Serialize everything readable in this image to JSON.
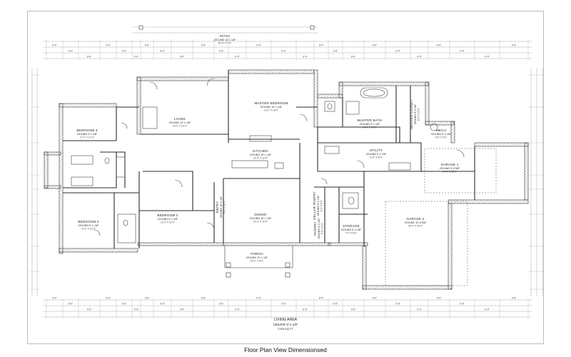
{
  "caption": "Floor Plan View Dimensionsed",
  "living_area": {
    "title": "LIVING AREA",
    "ceiling": "CEILING 9'-1 1/8\"",
    "area": "2765 SQ FT"
  },
  "rooms": [
    {
      "id": "patio",
      "name": "PATIO",
      "ceiling": "CEILING 10' 1 1/8\"",
      "dims": "52'-0\" X 7'-0\""
    },
    {
      "id": "living",
      "name": "LIVING",
      "ceiling": "CEILING 12'-1 1/8\"",
      "dims": "20'-0\" X 22'-0\""
    },
    {
      "id": "master-bedroom",
      "name": "MASTER BEDROOM",
      "ceiling": "CEILING 10'-1 1/8\"",
      "dims": "16'-0\" X 18'-0\""
    },
    {
      "id": "bedroom-3",
      "name": "BEDROOM 3",
      "ceiling": "CEILING 9'-1 1/8\"",
      "dims": "11'-0\" X 12'-0\""
    },
    {
      "id": "master-bath",
      "name": "MASTER BATH",
      "ceiling": "CEILING 9'-1 1/8\"",
      "dims": "10'-0\" X 13'-0\""
    },
    {
      "id": "master-closet",
      "name": "MASTER CLOSET",
      "ceiling": "CEILING 9'-1 1/8\"",
      "dims": "8'-0\" X 12'-0\""
    },
    {
      "id": "mech",
      "name": "MECH",
      "ceiling": "CEILING 9'-1 1/8\"",
      "dims": "6'-0\" X 6'-0\""
    },
    {
      "id": "kitchen",
      "name": "KITCHEN",
      "ceiling": "CEILING 10'-1 1/8\"",
      "dims": "15'-0\" X 12'-0\""
    },
    {
      "id": "utility",
      "name": "UTILITY",
      "ceiling": "CEILING 9'-1 1/8\"",
      "dims": "11'-0\" X 8'-0\""
    },
    {
      "id": "garage-1",
      "name": "GARAGE 1",
      "ceiling": "CEILING 9'-8 5/8\"",
      "dims": "14'-0\" X 22'-0\""
    },
    {
      "id": "bedroom-2",
      "name": "BEDROOM 2",
      "ceiling": "CEILING 9'-1 1/8\"",
      "dims": "12'-0\" X 12'-0\""
    },
    {
      "id": "bedroom-4",
      "name": "BEDROOM 4",
      "ceiling": "CEILING 9'-1 1/8\"",
      "dims": "11'-0\" X 12'-0\""
    },
    {
      "id": "entry",
      "name": "ENTRY",
      "ceiling": "CEILING 10'-1 1/8\"",
      "dims": "6'-0\" X 12'-0\""
    },
    {
      "id": "dining",
      "name": "DINING",
      "ceiling": "CEILING 10'-1 1/8\"",
      "dims": "15'-0\" X 14'-0\""
    },
    {
      "id": "cellar-pantry",
      "name": "CELLAR PANTRY",
      "ceiling": "CEILING 9'-1 1/8\"",
      "dims": "5'-0\" X 8'-0\""
    },
    {
      "id": "pantry",
      "name": "PANTRY",
      "ceiling": "CEILING 9'-1 1/8\"",
      "dims": "5'-0\" X 6'-0\""
    },
    {
      "id": "storage",
      "name": "STORAGE",
      "ceiling": "CEILING 9'-1 1/8\"",
      "dims": "7'-0\" X 8'-0\""
    },
    {
      "id": "garage-2",
      "name": "GARAGE 2",
      "ceiling": "CEILING 10'-8 5/8\"",
      "dims": "24'-0\" X 30'-0\""
    },
    {
      "id": "porch",
      "name": "PORCH",
      "ceiling": "CEILING 10'-1 1/8\"",
      "dims": "20'-0\" X 8'-0\""
    }
  ],
  "dimension_text": "0'-0\"",
  "colors": {
    "line": "#222222",
    "wall": "#3a3a3a",
    "hatch": "#777777",
    "fixture": "#555555"
  }
}
